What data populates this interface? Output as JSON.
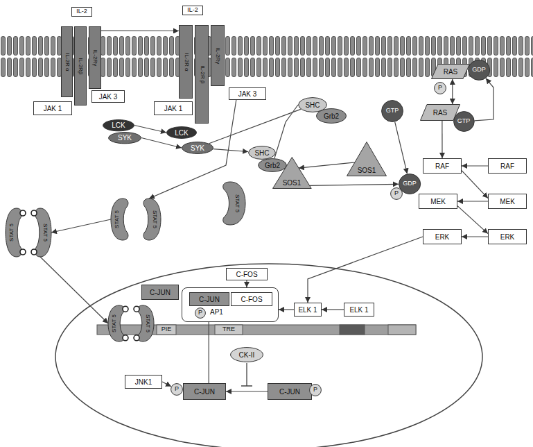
{
  "diagram": {
    "nodes": [
      {
        "text": [
          "IL-2"
        ]
      },
      {
        "text": [
          "IL-2"
        ]
      },
      {
        "text": [
          "IL-2R α"
        ]
      },
      {
        "text": [
          "IL-2Rβ"
        ]
      },
      {
        "text": [
          "IL-2Rγ"
        ]
      },
      {
        "text": [
          "IL-2R α"
        ]
      },
      {
        "text": [
          "IL-2R β"
        ]
      },
      {
        "text": [
          "IL-2Rγ"
        ]
      },
      {
        "text": [
          "JAK 1"
        ]
      },
      {
        "text": [
          "JAK 3"
        ]
      },
      {
        "text": [
          "JAK 1"
        ]
      },
      {
        "text": [
          "JAK 3"
        ]
      },
      {
        "text": [
          "RAS"
        ]
      },
      {
        "text": [
          "GDP"
        ]
      },
      {
        "text": [
          "P"
        ]
      },
      {
        "text": [
          "SHC"
        ]
      },
      {
        "text": [
          "Grb2"
        ]
      },
      {
        "text": [
          "GTP"
        ]
      },
      {
        "text": [
          "RAS"
        ]
      },
      {
        "text": [
          "GTP"
        ]
      },
      {
        "text": [
          "LCK"
        ]
      },
      {
        "text": [
          "SYK"
        ]
      },
      {
        "text": [
          "LCK"
        ]
      },
      {
        "text": [
          "SYK"
        ]
      },
      {
        "text": [
          "SHC"
        ]
      },
      {
        "text": [
          "Grb2"
        ]
      },
      {
        "text": [
          "SOS1"
        ]
      },
      {
        "text": [
          "SOS1"
        ]
      },
      {
        "text": [
          "RAF"
        ]
      },
      {
        "text": [
          "RAF"
        ]
      },
      {
        "text": [
          "GDP"
        ]
      },
      {
        "text": [
          "P"
        ]
      },
      {
        "text": [
          "STAT 5"
        ]
      },
      {
        "text": [
          "STAT 5"
        ]
      },
      {
        "text": [
          "STAT 5"
        ]
      },
      {
        "text": [
          "MEK"
        ]
      },
      {
        "text": [
          "MEK"
        ]
      },
      {
        "text": [
          "STAT 5"
        ]
      },
      {
        "text": [
          "STAT 5"
        ]
      },
      {
        "text": [
          "ERK"
        ]
      },
      {
        "text": [
          "ERK"
        ]
      },
      {
        "text": [
          "C-FOS"
        ]
      },
      {
        "text": [
          "C-JUN"
        ]
      },
      {
        "text": [
          "AP1"
        ]
      },
      {
        "text": [
          "C-JUN"
        ],
        "in": 43
      },
      {
        "text": [
          "C-FOS"
        ],
        "in": 43
      },
      {
        "text": [
          "P"
        ],
        "in": 43
      },
      {
        "text": [
          "ELK 1"
        ]
      },
      {
        "text": [
          "ELK 1"
        ]
      },
      {
        "text": [
          "STAT 5"
        ]
      },
      {
        "text": [
          "STAT 5"
        ]
      },
      {
        "text": [
          "CK-II"
        ]
      },
      {
        "text": [
          "JNK1"
        ]
      },
      {
        "text": [
          "P"
        ]
      },
      {
        "text": [
          "C-JUN"
        ]
      },
      {
        "text": [
          "C-JUN"
        ]
      },
      {
        "text": [
          "P"
        ]
      }
    ],
    "edges": [
      {
        "from": 4,
        "to": 5,
        "arrow": "to"
      },
      {
        "from": 20,
        "to": 22,
        "arrow": "to"
      },
      {
        "from": 21,
        "to": 23,
        "arrow": "to"
      },
      {
        "from": 23,
        "to": 15,
        "arrow": "none"
      },
      {
        "from": 23,
        "to": 24,
        "arrow": "to"
      },
      {
        "from": 11,
        "to": 34,
        "arrow": "to"
      },
      {
        "from": 33,
        "to": 38,
        "arrow": "to"
      },
      {
        "from": 38,
        "to": 49,
        "arrow": "to"
      },
      {
        "from": 15,
        "to": 25,
        "arrow": "none"
      },
      {
        "from": 27,
        "to": 26,
        "arrow": "to"
      },
      {
        "from": 26,
        "to": 30,
        "arrow": "to"
      },
      {
        "from": 17,
        "to": 30,
        "arrow": "to"
      },
      {
        "from": 12,
        "to": 18,
        "arrow": "both"
      },
      {
        "from": 19,
        "to": 13,
        "arrow": "to"
      },
      {
        "from": 18,
        "to": 28,
        "arrow": "to"
      },
      {
        "from": 29,
        "to": 28,
        "arrow": "to"
      },
      {
        "from": 28,
        "to": 36,
        "arrow": "to"
      },
      {
        "from": 36,
        "to": 35,
        "arrow": "to"
      },
      {
        "from": 35,
        "to": 40,
        "arrow": "to"
      },
      {
        "from": 40,
        "to": 39,
        "arrow": "to"
      },
      {
        "from": 39,
        "to": 47,
        "arrow": "to"
      },
      {
        "from": 48,
        "to": 47,
        "arrow": "to"
      },
      {
        "from": 47,
        "to": 43,
        "arrow": "to"
      },
      {
        "from": 41,
        "to": 43,
        "arrow": "to"
      },
      {
        "from": 52,
        "to": 53,
        "arrow": "to"
      },
      {
        "from": 55,
        "to": 54,
        "arrow": "to"
      },
      {
        "from": 54,
        "to": 43,
        "arrow": "none"
      }
    ],
    "labels": [
      "PIE",
      "TRE"
    ]
  }
}
